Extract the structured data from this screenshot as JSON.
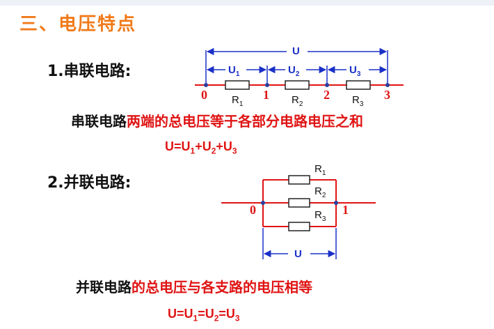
{
  "heading": "三、电压特点",
  "series": {
    "title": "1.串联电路:",
    "nodes": [
      "0",
      "1",
      "2",
      "3"
    ],
    "total_voltage": "U",
    "segment_voltages": [
      {
        "base": "U",
        "sub": "1"
      },
      {
        "base": "U",
        "sub": "2"
      },
      {
        "base": "U",
        "sub": "3"
      }
    ],
    "resistors": [
      {
        "base": "R",
        "sub": "1"
      },
      {
        "base": "R",
        "sub": "2"
      },
      {
        "base": "R",
        "sub": "3"
      }
    ],
    "statement_black": "串联电路",
    "statement_red": "两端的总电压等于各部分电路电压之和",
    "formula": {
      "lhs": "U=U",
      "s1": "1",
      "p1": "+U",
      "s2": "2",
      "p2": "+U",
      "s3": "3"
    }
  },
  "parallel": {
    "title": "2.并联电路:",
    "nodes": [
      "0",
      "1"
    ],
    "voltage": "U",
    "resistors": [
      {
        "base": "R",
        "sub": "1"
      },
      {
        "base": "R",
        "sub": "2"
      },
      {
        "base": "R",
        "sub": "3"
      }
    ],
    "statement_black": "并联电路",
    "statement_red": "的总电压与各支路的电压相等",
    "formula": {
      "lhs": "U=U",
      "s1": "1",
      "p1": "=U",
      "s2": "2",
      "p2": "=U",
      "s3": "3"
    }
  },
  "colors": {
    "heading": "#f07a1a",
    "red": "#e01414",
    "blue": "#1a30c8",
    "node": "#2a3f9e"
  }
}
